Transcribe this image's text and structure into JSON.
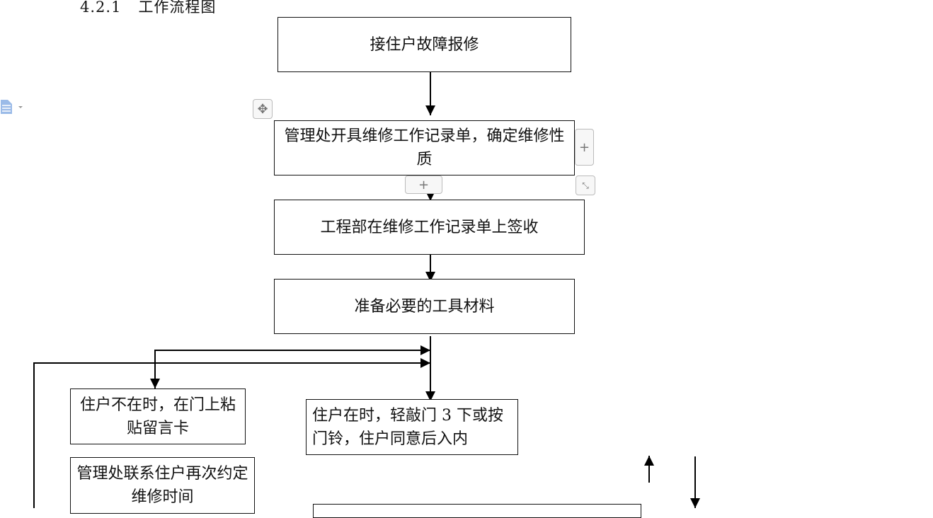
{
  "heading": {
    "number": "4.2.1",
    "title": "工作流程图"
  },
  "flowchart": {
    "steps": [
      "接住户故障报修",
      "管理处开具维修工作记录单，确定维修性质",
      "工程部在维修工作记录单上签收",
      "准备必要的工具材料",
      "住户不在时，在门上粘贴留言卡",
      "住户在时，轻敲门 3 下或按门铃，住户同意后入内",
      "管理处联系住户再次约定维修时间",
      ""
    ]
  },
  "controls": {
    "add_right": "+",
    "add_below": "+"
  }
}
